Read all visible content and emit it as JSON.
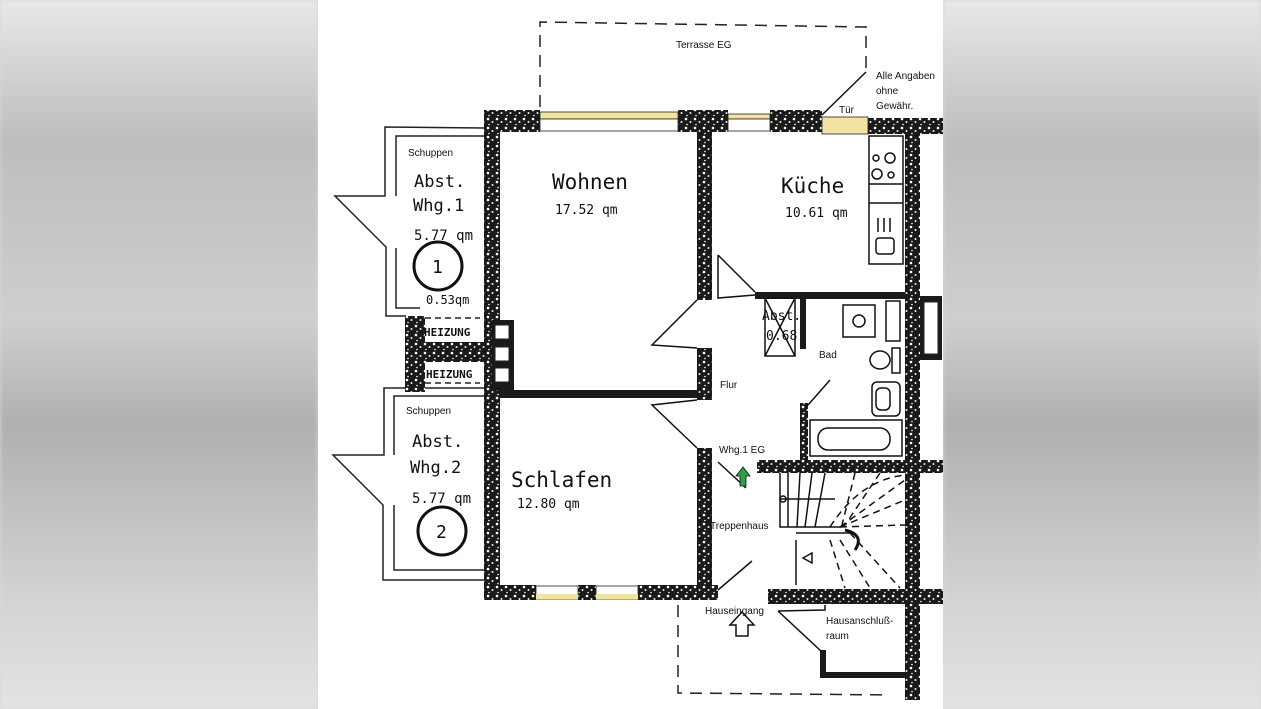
{
  "labels": {
    "terrace": "Terrasse EG",
    "disclaimer": [
      "Alle Angaben",
      "ohne",
      "Gewähr."
    ],
    "door": "Tür",
    "shed_1": "Schuppen",
    "shed_2": "Schuppen",
    "bathroom": "Bad",
    "hallway": "Flur",
    "apartment_entry": "Whg.1 EG",
    "stairwell": "Treppenhaus",
    "house_entrance": "Hauseingang",
    "utility_room": [
      "Hausanschluß-",
      "raum"
    ]
  },
  "rooms": {
    "living": {
      "name": "Wohnen",
      "area": "17.52 qm"
    },
    "kitchen": {
      "name": "Küche",
      "area": "10.61 qm"
    },
    "bedroom": {
      "name": "Schlafen",
      "area": "12.80 qm"
    },
    "storage_1": {
      "lines": [
        "Abst.",
        "Whg.1",
        "5.77 qm"
      ],
      "number": "1",
      "small_area": "0.53qm"
    },
    "storage_2": {
      "lines": [
        "Abst.",
        "Whg.2",
        "5.77 qm"
      ],
      "number": "2"
    },
    "closet": {
      "lines": [
        "Abst.",
        "0.68"
      ]
    },
    "heating_1": "HEIZUNG",
    "heating_2": "HEIZUNG"
  },
  "colors": {
    "window": "#f3e3a0",
    "wall": "#1a1a1a",
    "arrow": "#2e9e4a"
  }
}
